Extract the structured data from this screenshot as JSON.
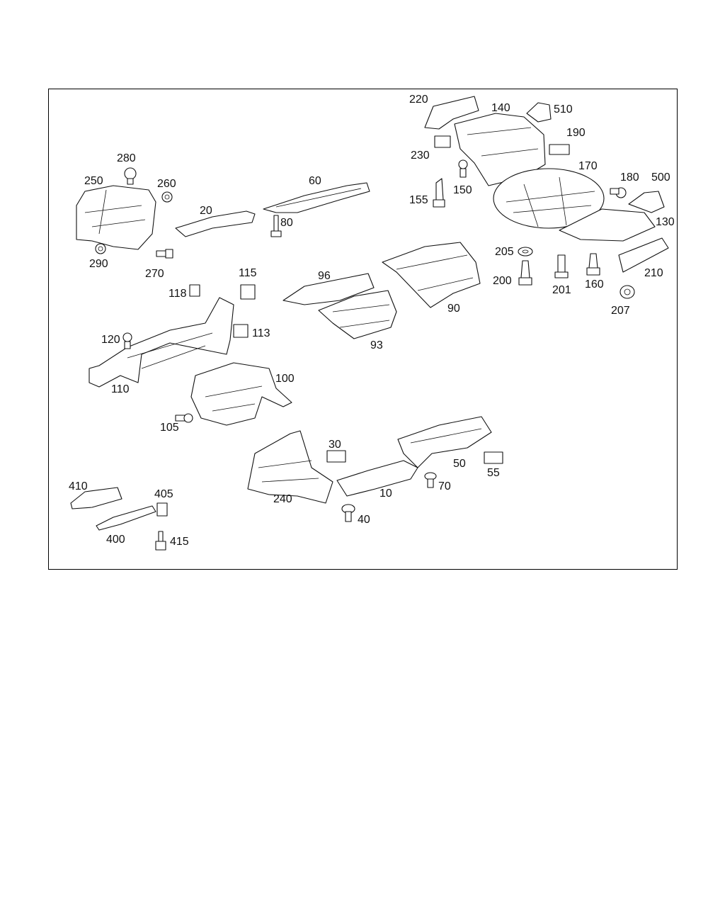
{
  "diagram": {
    "labels": {
      "p10": "10",
      "p20": "20",
      "p30": "30",
      "p40": "40",
      "p50": "50",
      "p55": "55",
      "p60": "60",
      "p70": "70",
      "p80": "80",
      "p90": "90",
      "p93": "93",
      "p96": "96",
      "p100": "100",
      "p105": "105",
      "p110": "110",
      "p113": "113",
      "p115": "115",
      "p118": "118",
      "p120": "120",
      "p130": "130",
      "p140": "140",
      "p150": "150",
      "p155": "155",
      "p160": "160",
      "p170": "170",
      "p180": "180",
      "p190": "190",
      "p200": "200",
      "p201": "201",
      "p205": "205",
      "p207": "207",
      "p210": "210",
      "p220": "220",
      "p230": "230",
      "p240": "240",
      "p250": "250",
      "p260": "260",
      "p270": "270",
      "p280": "280",
      "p290": "290",
      "p400": "400",
      "p405": "405",
      "p410": "410",
      "p415": "415",
      "p500": "500",
      "p510": "510"
    }
  }
}
